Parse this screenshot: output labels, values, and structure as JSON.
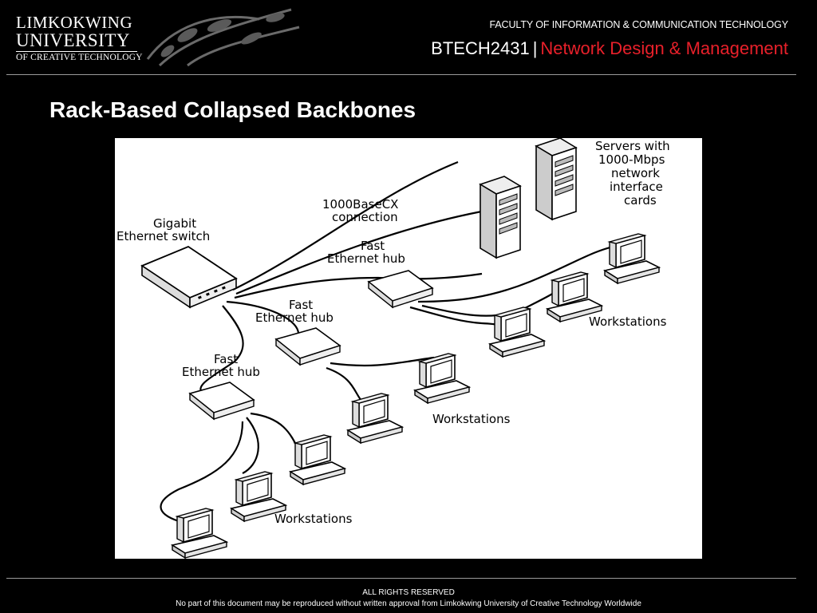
{
  "header": {
    "logo": {
      "line1": "LIMKOKWING",
      "line2": "UNIVERSITY",
      "line3": "OF CREATIVE TECHNOLOGY"
    },
    "faculty": "FACULTY OF INFORMATION & COMMUNICATION TECHNOLOGY",
    "course_code": "BTECH2431",
    "separator": "|",
    "course_name": "Network Design & Management"
  },
  "slide": {
    "title": "Rack-Based Collapsed Backbones"
  },
  "diagram": {
    "labels": {
      "gigabit_switch": [
        "Gigabit",
        "Ethernet switch"
      ],
      "connection": [
        "1000BaseCX",
        "connection"
      ],
      "servers": [
        "Servers with",
        "1000-Mbps",
        "network",
        "interface",
        "cards"
      ],
      "hub_top": [
        "Fast",
        "Ethernet hub"
      ],
      "hub_middle": [
        "Fast",
        "Ethernet hub"
      ],
      "hub_bottom": [
        "Fast",
        "Ethernet hub"
      ],
      "workstations_top": "Workstations",
      "workstations_middle": "Workstations",
      "workstations_bottom": "Workstations"
    }
  },
  "footer": {
    "rights": "ALL RIGHTS RESERVED",
    "notice": "No part of this document may be reproduced without written approval from Limkokwing University of Creative Technology Worldwide"
  },
  "colors": {
    "background": "#000000",
    "accent_red": "#e8202a",
    "text": "#ffffff"
  }
}
